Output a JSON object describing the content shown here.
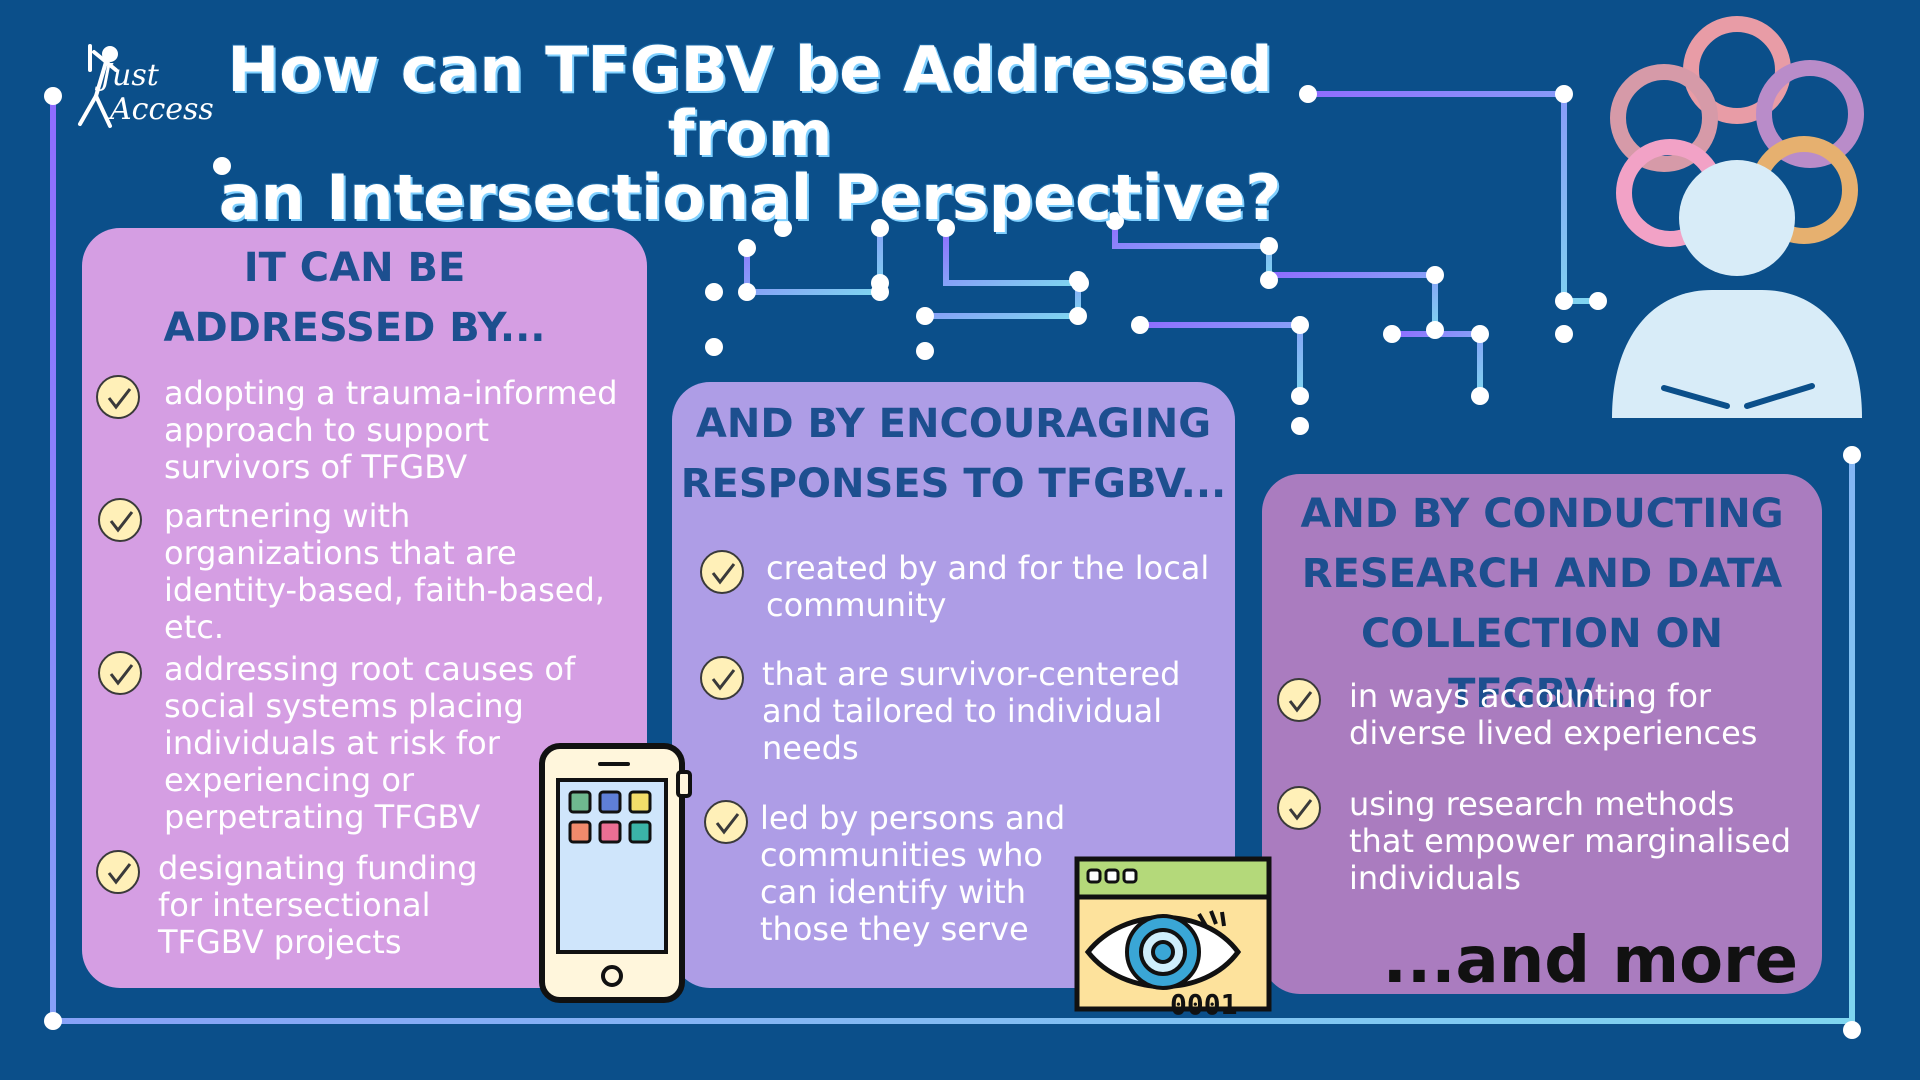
{
  "header": {
    "title_line1": "How can TFGBV be Addressed from",
    "title_line2": "an Intersectional Perspective?",
    "logo_line1": "Just",
    "logo_line2": "Access"
  },
  "panels": {
    "addressed": {
      "heading_line1": "IT CAN BE",
      "heading_line2": "ADDRESSED BY...",
      "items": [
        "adopting a trauma-informed approach to support survivors of TFGBV",
        "partnering with organizations that are identity-based, faith-based, etc.",
        "addressing root causes of social systems placing individuals at risk for experiencing or perpetrating TFGBV",
        "designating funding for intersectional TFGBV projects"
      ]
    },
    "responses": {
      "heading_line1": "AND BY ENCOURAGING",
      "heading_line2": "RESPONSES TO TFGBV...",
      "items": [
        "created by and for the local community",
        "that are survivor-centered and tailored to individual needs",
        "led by persons and communities who can identify with those they serve"
      ]
    },
    "research": {
      "heading_line1": "AND BY CONDUCTING",
      "heading_line2": "RESEARCH AND DATA",
      "heading_line3": "COLLECTION ON TFGBV...",
      "items": [
        "in ways accounting for diverse lived experiences",
        "using research methods that empower marginalised individuals"
      ],
      "more": "...and more"
    }
  },
  "icons": {
    "checkmark": "check-circle-icon",
    "phone": "smartphone-icon",
    "eye": "eye-surveillance-icon",
    "eye_code": "0001",
    "person": "person-icon",
    "rings": "intersecting-rings-icon"
  },
  "colors": {
    "background": "#0b4f8a",
    "panel_pink": "#d59ee3",
    "panel_lavender": "#ae9de6",
    "panel_purple": "#aa7cbf",
    "heading_blue": "#1d4f8f"
  }
}
